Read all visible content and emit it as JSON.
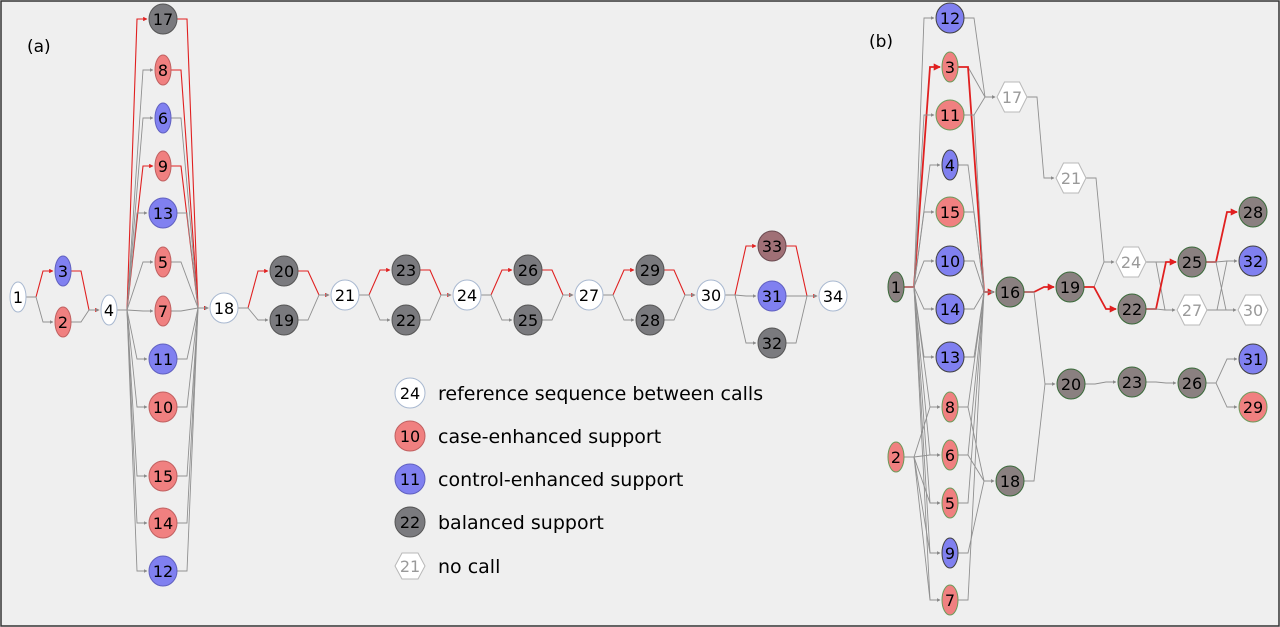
{
  "panels": [
    {
      "id": "a",
      "label": "(a)",
      "nodes": [
        {
          "id": "1",
          "label": "1",
          "type": "reference"
        },
        {
          "id": "3",
          "label": "3",
          "type": "control"
        },
        {
          "id": "2",
          "label": "2",
          "type": "case"
        },
        {
          "id": "4",
          "label": "4",
          "type": "reference"
        },
        {
          "id": "17",
          "label": "17",
          "type": "balanced"
        },
        {
          "id": "8",
          "label": "8",
          "type": "case"
        },
        {
          "id": "6",
          "label": "6",
          "type": "control"
        },
        {
          "id": "9",
          "label": "9",
          "type": "case"
        },
        {
          "id": "13",
          "label": "13",
          "type": "control"
        },
        {
          "id": "5",
          "label": "5",
          "type": "case"
        },
        {
          "id": "7",
          "label": "7",
          "type": "case"
        },
        {
          "id": "11",
          "label": "11",
          "type": "control"
        },
        {
          "id": "10",
          "label": "10",
          "type": "case"
        },
        {
          "id": "15",
          "label": "15",
          "type": "case"
        },
        {
          "id": "14",
          "label": "14",
          "type": "case"
        },
        {
          "id": "12",
          "label": "12",
          "type": "control"
        },
        {
          "id": "18",
          "label": "18",
          "type": "reference"
        },
        {
          "id": "20",
          "label": "20",
          "type": "balanced"
        },
        {
          "id": "19",
          "label": "19",
          "type": "balanced"
        },
        {
          "id": "21",
          "label": "21",
          "type": "reference"
        },
        {
          "id": "23",
          "label": "23",
          "type": "balanced"
        },
        {
          "id": "22",
          "label": "22",
          "type": "balanced"
        },
        {
          "id": "24",
          "label": "24",
          "type": "reference"
        },
        {
          "id": "26",
          "label": "26",
          "type": "balanced"
        },
        {
          "id": "25",
          "label": "25",
          "type": "balanced"
        },
        {
          "id": "27",
          "label": "27",
          "type": "reference"
        },
        {
          "id": "29",
          "label": "29",
          "type": "balanced"
        },
        {
          "id": "28",
          "label": "28",
          "type": "balanced"
        },
        {
          "id": "30",
          "label": "30",
          "type": "reference"
        },
        {
          "id": "33",
          "label": "33",
          "type": "balanced-reddish"
        },
        {
          "id": "31",
          "label": "31",
          "type": "control"
        },
        {
          "id": "32",
          "label": "32",
          "type": "balanced"
        },
        {
          "id": "34",
          "label": "34",
          "type": "reference"
        }
      ],
      "edges": [
        [
          "1",
          "3",
          true
        ],
        [
          "1",
          "2",
          false
        ],
        [
          "3",
          "4",
          true
        ],
        [
          "2",
          "4",
          false
        ],
        [
          "4",
          "17",
          true
        ],
        [
          "4",
          "8",
          false
        ],
        [
          "4",
          "6",
          false
        ],
        [
          "4",
          "9",
          true
        ],
        [
          "4",
          "13",
          false
        ],
        [
          "4",
          "5",
          false
        ],
        [
          "4",
          "7",
          false
        ],
        [
          "4",
          "11",
          false
        ],
        [
          "4",
          "10",
          false
        ],
        [
          "4",
          "15",
          false
        ],
        [
          "4",
          "14",
          false
        ],
        [
          "4",
          "12",
          false
        ],
        [
          "17",
          "18",
          true
        ],
        [
          "8",
          "18",
          true
        ],
        [
          "6",
          "18",
          false
        ],
        [
          "9",
          "18",
          true
        ],
        [
          "13",
          "18",
          false
        ],
        [
          "5",
          "18",
          false
        ],
        [
          "7",
          "18",
          false
        ],
        [
          "11",
          "18",
          false
        ],
        [
          "10",
          "18",
          false
        ],
        [
          "15",
          "18",
          false
        ],
        [
          "14",
          "18",
          false
        ],
        [
          "12",
          "18",
          false
        ],
        [
          "18",
          "20",
          true
        ],
        [
          "18",
          "19",
          false
        ],
        [
          "20",
          "21",
          true
        ],
        [
          "19",
          "21",
          false
        ],
        [
          "21",
          "23",
          true
        ],
        [
          "21",
          "22",
          false
        ],
        [
          "23",
          "24",
          true
        ],
        [
          "22",
          "24",
          false
        ],
        [
          "24",
          "26",
          true
        ],
        [
          "24",
          "25",
          false
        ],
        [
          "26",
          "27",
          true
        ],
        [
          "25",
          "27",
          false
        ],
        [
          "27",
          "29",
          true
        ],
        [
          "27",
          "28",
          false
        ],
        [
          "29",
          "30",
          true
        ],
        [
          "28",
          "30",
          false
        ],
        [
          "30",
          "33",
          true
        ],
        [
          "30",
          "31",
          false
        ],
        [
          "30",
          "32",
          false
        ],
        [
          "33",
          "34",
          true
        ],
        [
          "31",
          "34",
          false
        ],
        [
          "32",
          "34",
          false
        ]
      ]
    },
    {
      "id": "b",
      "label": "(b)",
      "nodes": [
        {
          "id": "1",
          "label": "1",
          "type": "balanced"
        },
        {
          "id": "2",
          "label": "2",
          "type": "case"
        },
        {
          "id": "12",
          "label": "12",
          "type": "control"
        },
        {
          "id": "3",
          "label": "3",
          "type": "case"
        },
        {
          "id": "11",
          "label": "11",
          "type": "case"
        },
        {
          "id": "4",
          "label": "4",
          "type": "control"
        },
        {
          "id": "15",
          "label": "15",
          "type": "case"
        },
        {
          "id": "10",
          "label": "10",
          "type": "control"
        },
        {
          "id": "14",
          "label": "14",
          "type": "control"
        },
        {
          "id": "13",
          "label": "13",
          "type": "control"
        },
        {
          "id": "8",
          "label": "8",
          "type": "case"
        },
        {
          "id": "6",
          "label": "6",
          "type": "case"
        },
        {
          "id": "5",
          "label": "5",
          "type": "case"
        },
        {
          "id": "9",
          "label": "9",
          "type": "control"
        },
        {
          "id": "7",
          "label": "7",
          "type": "case"
        },
        {
          "id": "17",
          "label": "17",
          "type": "nocall"
        },
        {
          "id": "21",
          "label": "21",
          "type": "nocall"
        },
        {
          "id": "16",
          "label": "16",
          "type": "balanced"
        },
        {
          "id": "18",
          "label": "18",
          "type": "balanced"
        },
        {
          "id": "19",
          "label": "19",
          "type": "balanced"
        },
        {
          "id": "24",
          "label": "24",
          "type": "nocall"
        },
        {
          "id": "22",
          "label": "22",
          "type": "balanced"
        },
        {
          "id": "25",
          "label": "25",
          "type": "balanced"
        },
        {
          "id": "27",
          "label": "27",
          "type": "nocall"
        },
        {
          "id": "30",
          "label": "30",
          "type": "nocall"
        },
        {
          "id": "28",
          "label": "28",
          "type": "balanced"
        },
        {
          "id": "32",
          "label": "32",
          "type": "control"
        },
        {
          "id": "20",
          "label": "20",
          "type": "balanced"
        },
        {
          "id": "23",
          "label": "23",
          "type": "balanced"
        },
        {
          "id": "26",
          "label": "26",
          "type": "balanced"
        },
        {
          "id": "31",
          "label": "31",
          "type": "control"
        },
        {
          "id": "29",
          "label": "29",
          "type": "case"
        }
      ],
      "edges": [
        [
          "1",
          "12",
          false
        ],
        [
          "1",
          "3",
          true
        ],
        [
          "1",
          "11",
          false
        ],
        [
          "1",
          "4",
          false
        ],
        [
          "1",
          "15",
          false
        ],
        [
          "1",
          "10",
          false
        ],
        [
          "1",
          "14",
          false
        ],
        [
          "1",
          "13",
          false
        ],
        [
          "1",
          "8",
          false
        ],
        [
          "1",
          "6",
          false
        ],
        [
          "1",
          "5",
          false
        ],
        [
          "1",
          "9",
          false
        ],
        [
          "1",
          "7",
          false
        ],
        [
          "2",
          "8",
          false
        ],
        [
          "2",
          "6",
          false
        ],
        [
          "2",
          "5",
          false
        ],
        [
          "2",
          "7",
          false
        ],
        [
          "2",
          "9",
          false
        ],
        [
          "12",
          "17",
          false
        ],
        [
          "3",
          "17",
          false
        ],
        [
          "11",
          "17",
          false
        ],
        [
          "17",
          "21",
          false
        ],
        [
          "21",
          "24",
          false
        ],
        [
          "3",
          "16",
          true
        ],
        [
          "11",
          "16",
          false
        ],
        [
          "4",
          "16",
          false
        ],
        [
          "15",
          "16",
          false
        ],
        [
          "10",
          "16",
          false
        ],
        [
          "14",
          "16",
          false
        ],
        [
          "13",
          "16",
          false
        ],
        [
          "8",
          "16",
          false
        ],
        [
          "6",
          "16",
          false
        ],
        [
          "5",
          "16",
          false
        ],
        [
          "7",
          "16",
          false
        ],
        [
          "8",
          "18",
          false
        ],
        [
          "6",
          "18",
          false
        ],
        [
          "9",
          "18",
          false
        ],
        [
          "16",
          "19",
          true
        ],
        [
          "16",
          "20",
          false
        ],
        [
          "18",
          "20",
          false
        ],
        [
          "19",
          "24",
          false
        ],
        [
          "19",
          "22",
          true
        ],
        [
          "24",
          "25",
          false
        ],
        [
          "24",
          "27",
          false
        ],
        [
          "22",
          "25",
          true
        ],
        [
          "22",
          "27",
          false
        ],
        [
          "25",
          "28",
          true
        ],
        [
          "25",
          "32",
          false
        ],
        [
          "25",
          "30",
          false
        ],
        [
          "27",
          "32",
          false
        ],
        [
          "27",
          "30",
          false
        ],
        [
          "20",
          "23",
          false
        ],
        [
          "23",
          "26",
          false
        ],
        [
          "26",
          "31",
          false
        ],
        [
          "26",
          "29",
          false
        ]
      ]
    }
  ],
  "legend": [
    {
      "type": "reference",
      "sample": "24",
      "text": "reference sequence between calls"
    },
    {
      "type": "case",
      "sample": "10",
      "text": "case-enhanced support"
    },
    {
      "type": "control",
      "sample": "11",
      "text": "control-enhanced support"
    },
    {
      "type": "balanced",
      "sample": "22",
      "text": "balanced support"
    },
    {
      "type": "nocall",
      "sample": "21",
      "text": "no call"
    }
  ],
  "colors": {
    "background": "#efefef",
    "reference": "#ffffff",
    "case": "#f08080",
    "control": "#8080f0",
    "balanced": "#7a7a7e",
    "balanced_reddish": "#a07076",
    "balanced_b": "#8a8080",
    "highlight_edge": "#e02020",
    "edge": "#909090",
    "nocall_stroke": "#b8b8b8"
  }
}
